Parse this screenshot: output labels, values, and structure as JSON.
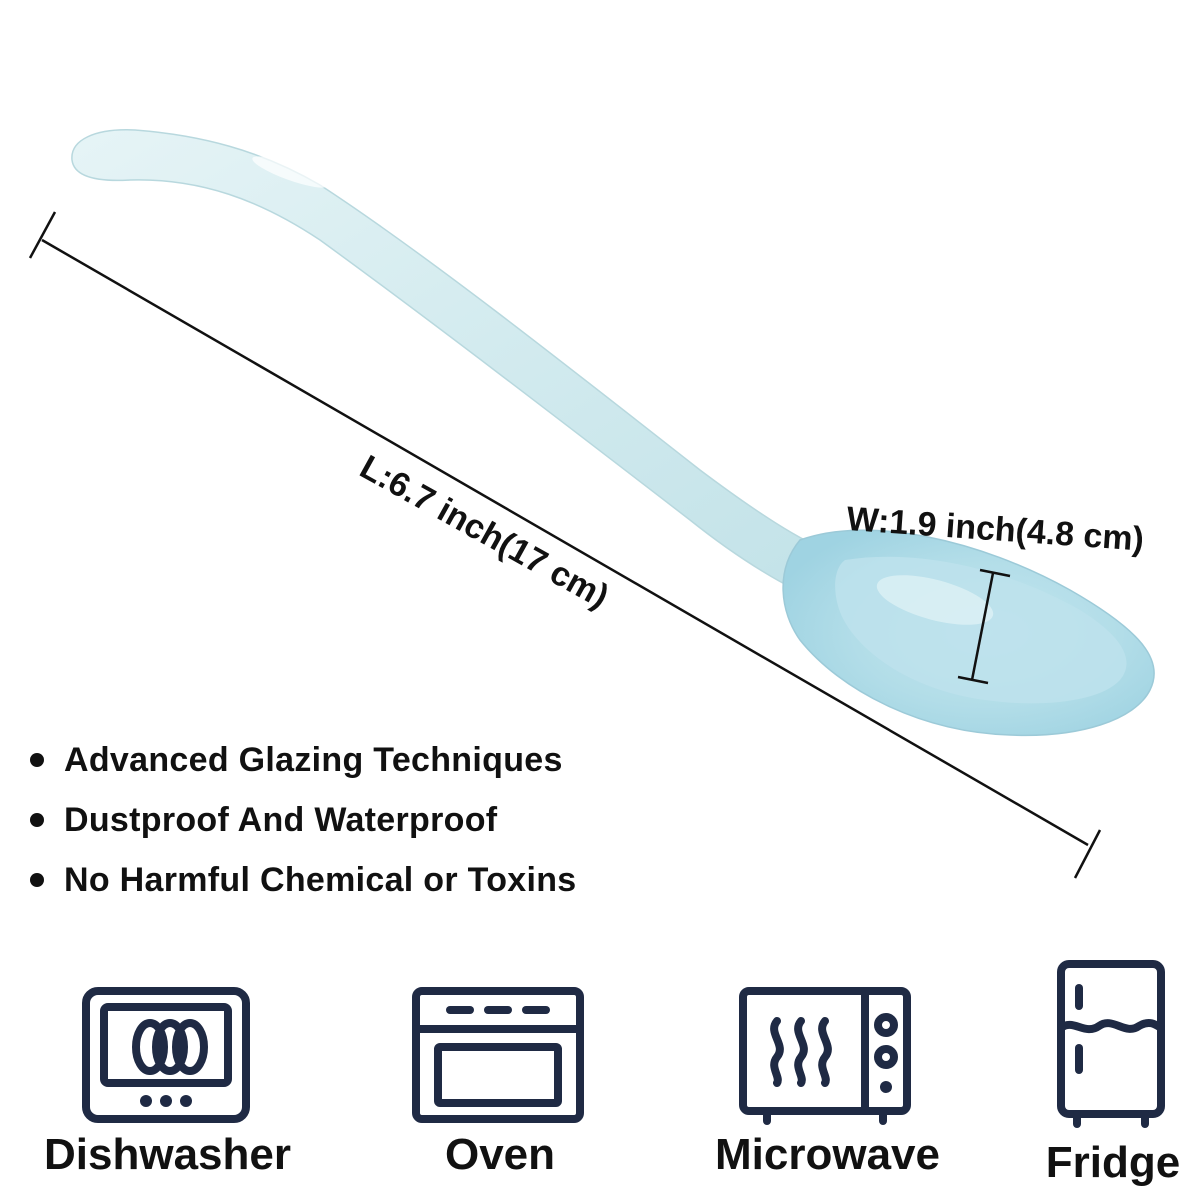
{
  "dimensions": {
    "length_label": "L:6.7 inch(17 cm)",
    "width_label": "W:1.9 inch(4.8 cm)"
  },
  "features": [
    "Advanced Glazing Techniques",
    "Dustproof And Waterproof",
    "No Harmful Chemical or Toxins"
  ],
  "usage_icons": [
    {
      "icon": "dishwasher-icon",
      "label": "Dishwasher"
    },
    {
      "icon": "oven-icon",
      "label": "Oven"
    },
    {
      "icon": "microwave-icon",
      "label": "Microwave"
    },
    {
      "icon": "fridge-icon",
      "label": "Fridge"
    }
  ],
  "colors": {
    "spoon_glaze": "#cfe9ee",
    "spoon_bowl": "#a9d9e6",
    "icon_stroke": "#1f2a44",
    "text": "#111111"
  }
}
